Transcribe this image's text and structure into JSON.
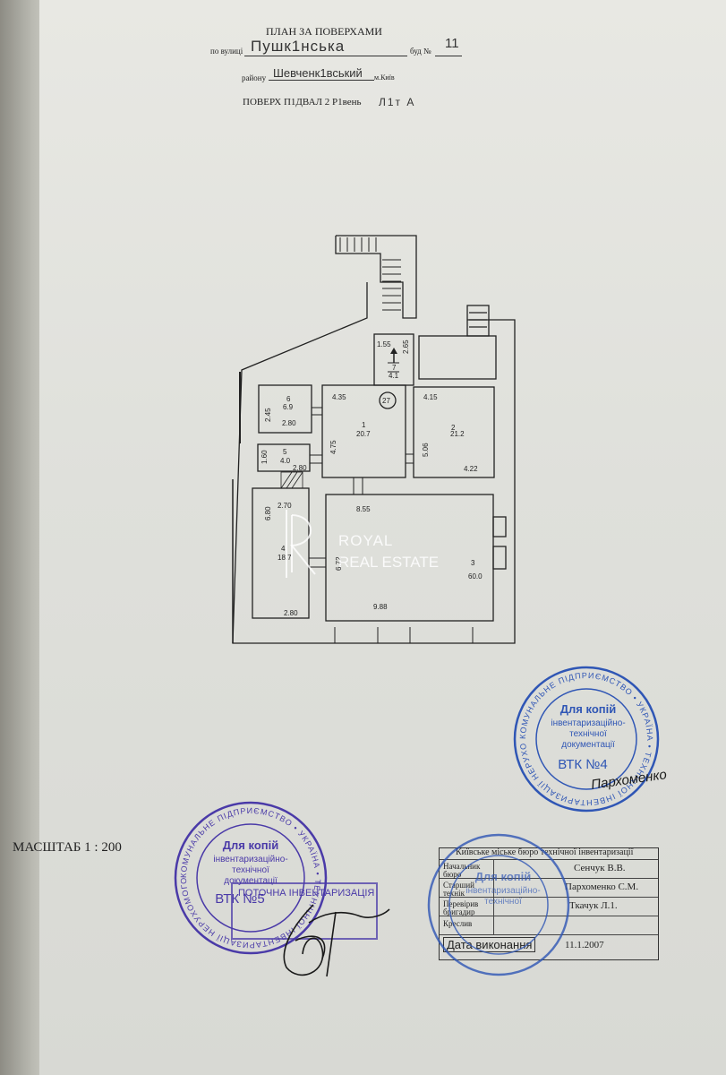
{
  "header": {
    "title": "ПЛАН ЗА ПОВЕРХАМИ",
    "street_label": "по вулиці",
    "street_value": "Пушк1нська",
    "house_label": "буд №",
    "house_value": "11",
    "district_label": "району",
    "district_value": "Шевченк1вський",
    "city_value": "м.Київ",
    "floor_line": "ПОВЕРХ П1ДВАЛ 2 Р1вень",
    "letter_value": "Л1т А"
  },
  "plan": {
    "rooms": [
      {
        "id": "room-1",
        "number": "1",
        "area": "20.7"
      },
      {
        "id": "room-2",
        "number": "2",
        "area": "21.2"
      },
      {
        "id": "room-3",
        "number": "3",
        "area": "60.0"
      },
      {
        "id": "room-4",
        "number": "4",
        "area": "18.7"
      },
      {
        "id": "room-5",
        "number": "5",
        "area": "4.0"
      },
      {
        "id": "room-6",
        "number": "6",
        "area": "6.9"
      },
      {
        "id": "room-7",
        "number": "7",
        "area": "4.1"
      }
    ],
    "circle_number": "27",
    "dims": {
      "d155": "1.55",
      "d265": "2.65",
      "d435": "4.35",
      "d415": "4.15",
      "d245": "2.45",
      "d280a": "2.80",
      "d475": "4.75",
      "d506": "5.06",
      "d422": "4.22",
      "d160": "1.60",
      "d280b": "2.80",
      "d270": "2.70",
      "d680": "6.80",
      "d855": "8.55",
      "d280c": "2.80",
      "d988": "9.88",
      "d672": "6.72"
    }
  },
  "watermark": {
    "line1": "ROYAL",
    "line2": "REAL ESTATE"
  },
  "scale_label": "МАСШТАБ 1 : 200",
  "stamp_left": {
    "center_lines": [
      "Для копій",
      "інвентаризаційно-",
      "технічної",
      "документації"
    ],
    "number": "ВТК №5",
    "ring_text": "КОМУНАЛЬНЕ ПІДПРИЄМСТВО • УКРАЇНА • ТЕХНІЧНОЇ ІНВЕНТАРИЗАЦІЇ НЕРУХОМОГО МАЙНА",
    "rect_text": "ПОТОЧНА ІНВЕНТАРИЗАЦІЯ"
  },
  "stamp_right_top": {
    "center_lines": [
      "Для копій",
      "інвентаризаційно-",
      "технічної",
      "документації"
    ],
    "number": "ВТК №4",
    "ring_text": "КОМУНАЛЬНЕ ПІДПРИЄМСТВО • УКРАЇНА • ТЕХНІЧНОЇ ІНВЕНТАРИЗАЦІЇ НЕРУХОМОГО МАЙНА",
    "signature": "Пархоменко"
  },
  "table": {
    "header": "Київське міське бюро технічної інвентаризації",
    "rows": [
      {
        "role": "Начальник бюро",
        "name": "Сенчук В.В."
      },
      {
        "role": "Старший технік",
        "name": "Пархоменко С.М."
      },
      {
        "role": "Перевірив бригадир",
        "name": "Ткачук Л.1."
      },
      {
        "role": "Креслив",
        "name": ""
      }
    ],
    "date_label": "Дата виконання",
    "date_value": "11.1.2007"
  },
  "colors": {
    "stamp_violet": "#4a3aa8",
    "stamp_blue": "#2f56b5",
    "paper": "#e2e3de"
  }
}
